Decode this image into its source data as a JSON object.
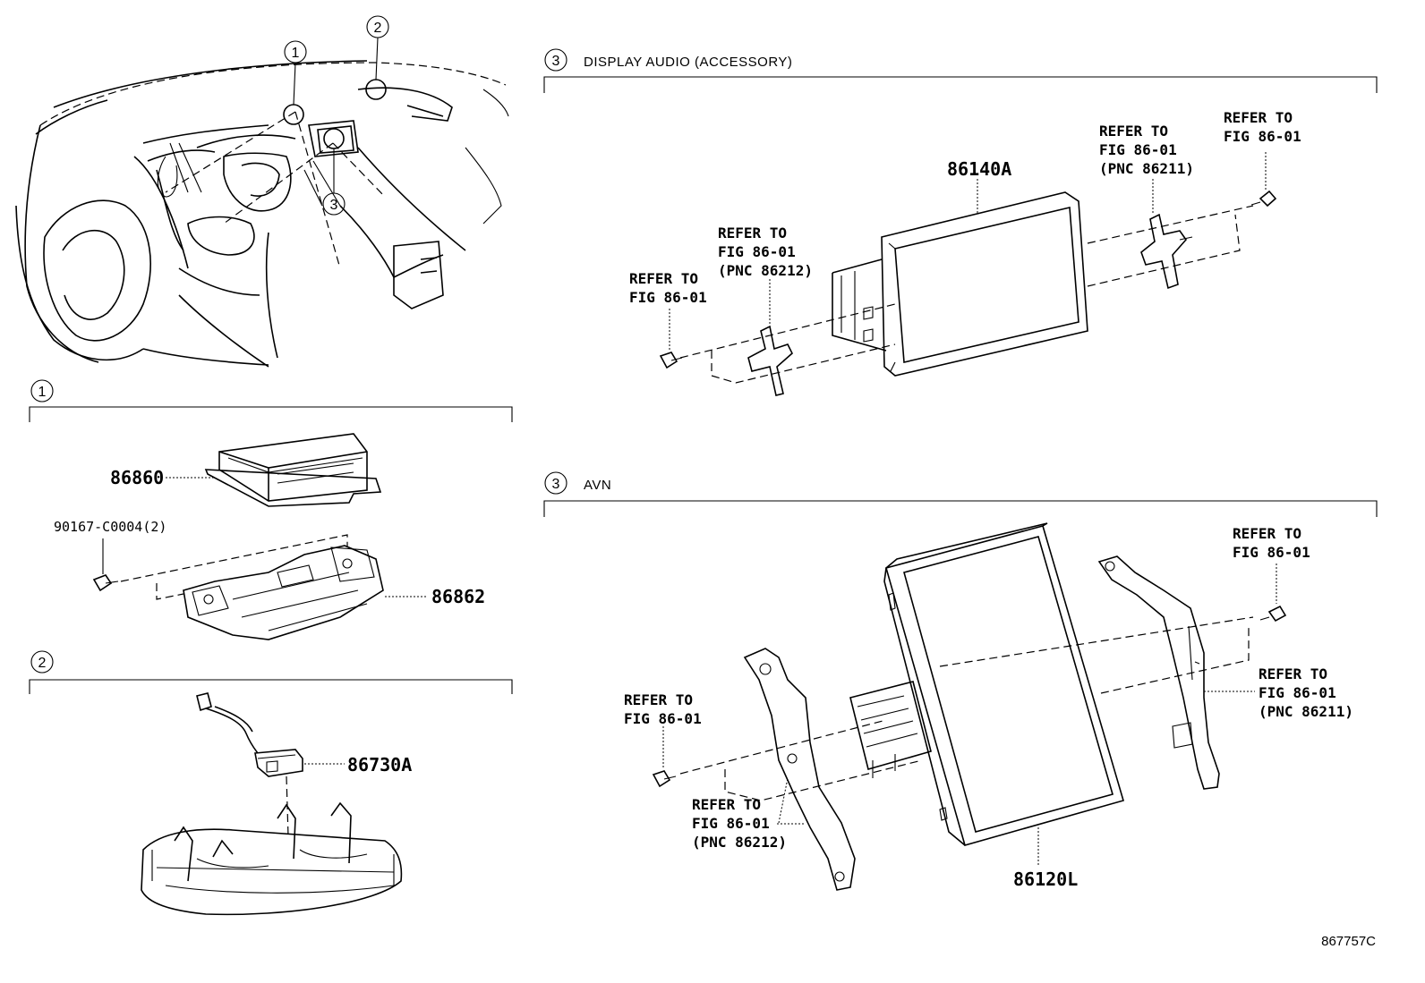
{
  "callouts": {
    "c1": "1",
    "c2": "2",
    "c3": "3"
  },
  "sections": {
    "display_audio": {
      "num": "3",
      "title": "DISPLAY AUDIO (ACCESSORY)"
    },
    "avn": {
      "num": "3",
      "title": "AVN"
    },
    "s1": {
      "num": "1"
    },
    "s2": {
      "num": "2"
    }
  },
  "parts": {
    "p86860": "86860",
    "p90167": "90167-C0004(2)",
    "p86862": "86862",
    "p86730A": "86730A",
    "p86140A": "86140A",
    "p86120L": "86120L"
  },
  "refs": {
    "refer_to": "REFER TO",
    "fig": "FIG 86-01",
    "pnc_86212": "(PNC 86212)",
    "pnc_86211": "(PNC 86211)"
  },
  "figure_id": "867757C"
}
